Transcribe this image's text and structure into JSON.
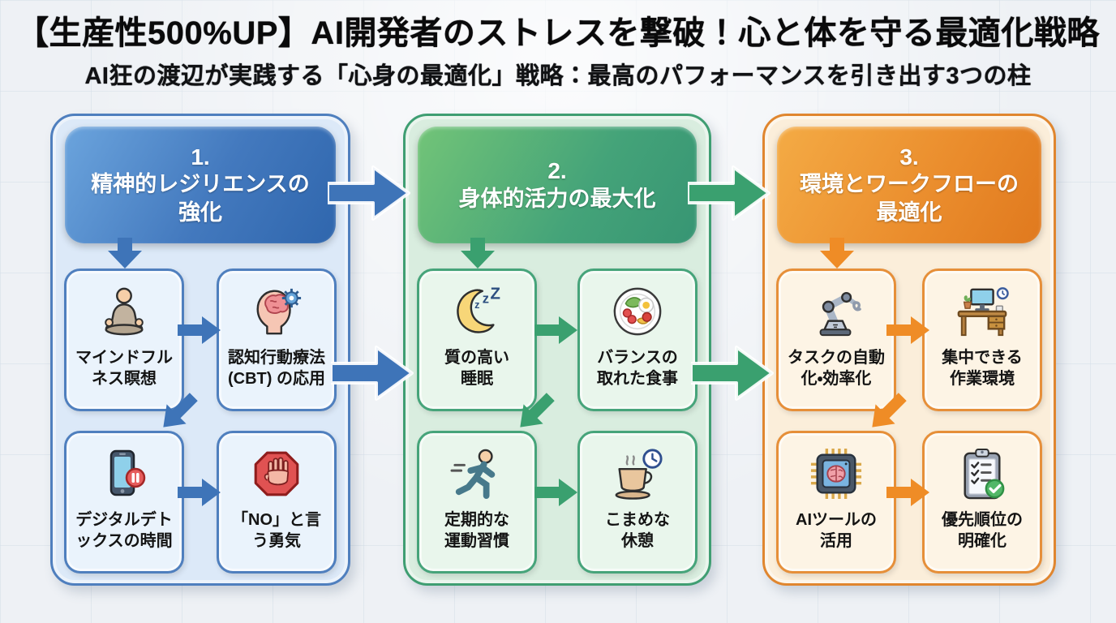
{
  "page": {
    "title": "【生産性500%UP】AI開発者のストレスを撃破！心と体を守る最適化戦略",
    "subtitle": "AI狂の渡辺が実践する「心身の最適化」戦略：最高のパフォーマンスを引き出す3つの柱"
  },
  "columns": [
    {
      "id": "mental-resilience",
      "number": "1.",
      "heading": "精神的レジリエンスの\n強化",
      "accent_color": "#3e74b8",
      "panel_bg": "#dce9f8",
      "header_gradient": [
        "#6ba4dd",
        "#2f66ad"
      ],
      "cards": [
        {
          "icon": "meditation-icon",
          "label": "マインドフル\nネス瞑想"
        },
        {
          "icon": "cbt-brain-gear-icon",
          "label": "認知行動療法\n(CBT) の応用"
        },
        {
          "icon": "digital-detox-phone-icon",
          "label": "デジタルデト\nックスの時間"
        },
        {
          "icon": "stop-hand-icon",
          "label": "「NO」と言\nう勇気"
        }
      ]
    },
    {
      "id": "physical-vitality",
      "number": "2.",
      "heading": "身体的活力の最大化",
      "accent_color": "#3aa06f",
      "panel_bg": "#d9eddf",
      "header_gradient": [
        "#72c478",
        "#379573"
      ],
      "cards": [
        {
          "icon": "sleep-moon-icon",
          "label": "質の高い\n睡眠"
        },
        {
          "icon": "balanced-meal-icon",
          "label": "バランスの\n取れた食事"
        },
        {
          "icon": "running-icon",
          "label": "定期的な\n運動習慣"
        },
        {
          "icon": "coffee-break-icon",
          "label": "こまめな\n休憩"
        }
      ]
    },
    {
      "id": "environment-workflow",
      "number": "3.",
      "heading": "環境とワークフローの\n最適化",
      "accent_color": "#ef8c26",
      "panel_bg": "#fbeeda",
      "header_gradient": [
        "#f4ab45",
        "#e0791e"
      ],
      "cards": [
        {
          "icon": "robot-arm-icon",
          "label": "タスクの自動\n化・効率化"
        },
        {
          "icon": "focused-workspace-icon",
          "label": "集中できる\n作業環境"
        },
        {
          "icon": "ai-chip-icon",
          "label": "AIツールの\n活用"
        },
        {
          "icon": "priority-checklist-icon",
          "label": "優先順位の\n明確化"
        }
      ]
    }
  ]
}
